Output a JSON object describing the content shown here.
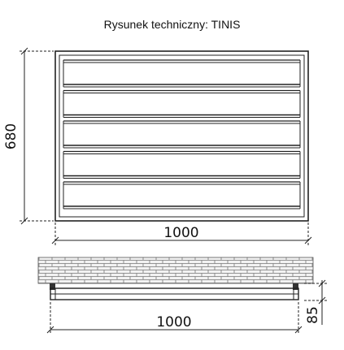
{
  "title": "Rysunek techniczny: TINIS",
  "front_view": {
    "height_label": "680",
    "width_label": "1000",
    "slat_count": 5
  },
  "top_view": {
    "width_label": "1000",
    "depth_label": "85"
  }
}
